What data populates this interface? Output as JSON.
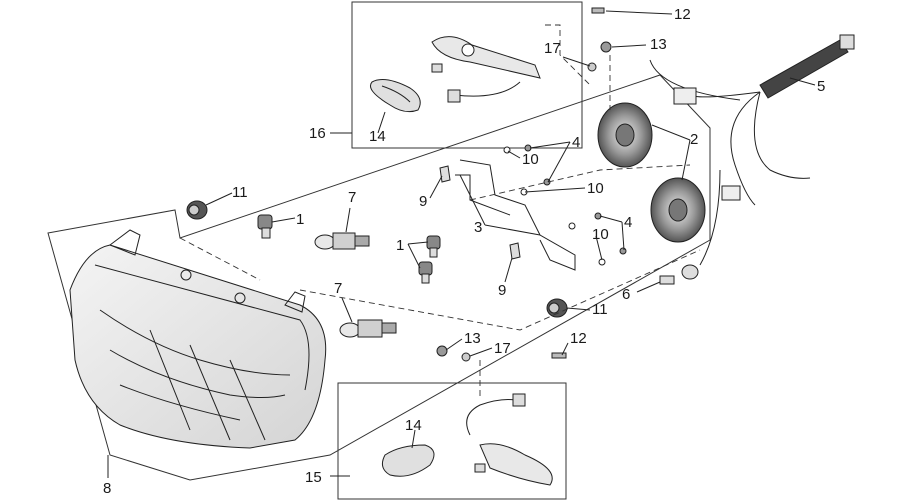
{
  "diagram": {
    "callouts": [
      {
        "id": "c1a",
        "text": "1"
      },
      {
        "id": "c1b",
        "text": "1"
      },
      {
        "id": "c2",
        "text": "2"
      },
      {
        "id": "c3",
        "text": "3"
      },
      {
        "id": "c4a",
        "text": "4"
      },
      {
        "id": "c4b",
        "text": "4"
      },
      {
        "id": "c5",
        "text": "5"
      },
      {
        "id": "c6",
        "text": "6"
      },
      {
        "id": "c7a",
        "text": "7"
      },
      {
        "id": "c7b",
        "text": "7"
      },
      {
        "id": "c8",
        "text": "8"
      },
      {
        "id": "c9a",
        "text": "9"
      },
      {
        "id": "c9b",
        "text": "9"
      },
      {
        "id": "c10a",
        "text": "10"
      },
      {
        "id": "c10b",
        "text": "10"
      },
      {
        "id": "c10c",
        "text": "10"
      },
      {
        "id": "c11a",
        "text": "11"
      },
      {
        "id": "c11b",
        "text": "11"
      },
      {
        "id": "c12a",
        "text": "12"
      },
      {
        "id": "c12b",
        "text": "12"
      },
      {
        "id": "c13a",
        "text": "13"
      },
      {
        "id": "c13b",
        "text": "13"
      },
      {
        "id": "c14a",
        "text": "14"
      },
      {
        "id": "c14b",
        "text": "14"
      },
      {
        "id": "c15",
        "text": "15"
      },
      {
        "id": "c16",
        "text": "16"
      },
      {
        "id": "c17a",
        "text": "17"
      },
      {
        "id": "c17b",
        "text": "17"
      }
    ]
  },
  "colors": {
    "line": "#222222",
    "lens": "#e6e6e6",
    "part_fill": "#cfcfcf",
    "dark_part": "#555555"
  }
}
